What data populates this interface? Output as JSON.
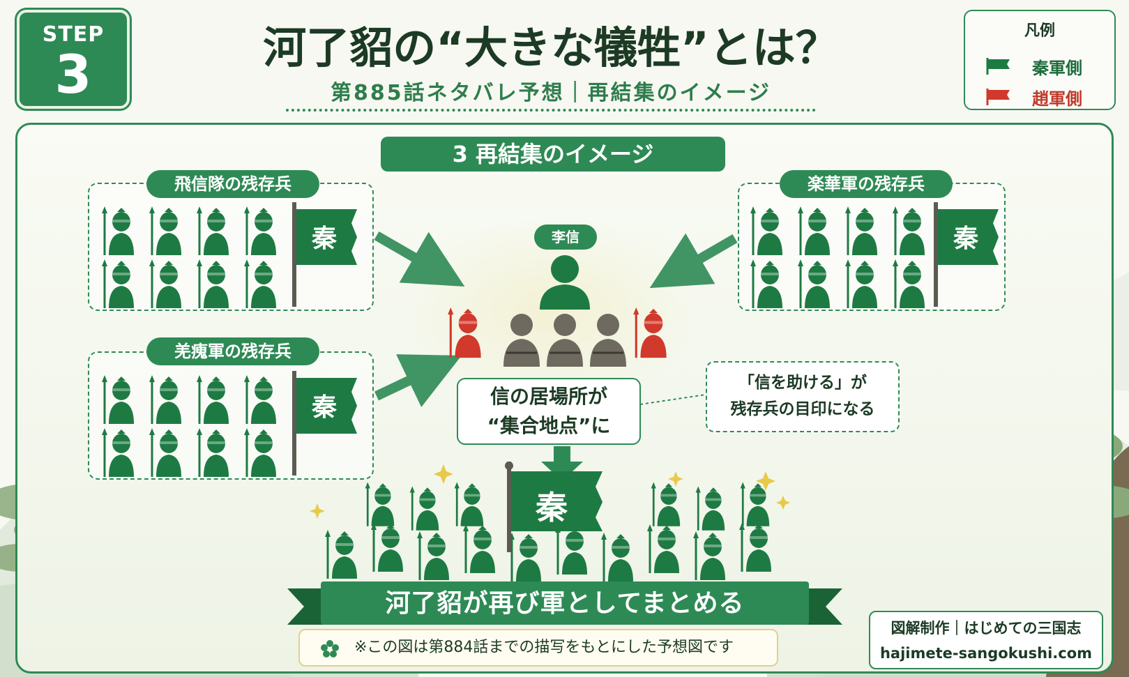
{
  "header": {
    "step_label": "STEP",
    "step_number": "3",
    "title": "河了貂の“大きな犠牲”とは？",
    "subtitle": "第885話ネタバレ予想｜再結集のイメージ"
  },
  "legend": {
    "title": "凡例",
    "items": [
      {
        "label": "秦軍側",
        "color": "#1e7a43"
      },
      {
        "label": "趙軍側",
        "color": "#d0392b"
      }
    ]
  },
  "section_title": "3 再結集のイメージ",
  "groups": {
    "hishin": {
      "label": "飛信隊の残存兵",
      "flag": "秦"
    },
    "gakka": {
      "label": "楽華軍の残存兵",
      "flag": "秦"
    },
    "kyokai": {
      "label": "羌瘣軍の残存兵",
      "flag": "秦"
    }
  },
  "center": {
    "leader_label": "李信",
    "box_line1": "信の居場所が",
    "box_line2": "“集合地点”に"
  },
  "note": {
    "line1": "「信を助ける」が",
    "line2": "残存兵の目印になる"
  },
  "army": {
    "flag": "秦"
  },
  "castle_flag": "秦",
  "ribbon": "河了貂が再び軍としてまとめる",
  "disclaimer": "※この図は第884話までの描写をもとにした予想図です",
  "credit": {
    "line1": "図解制作｜はじめての三国志",
    "line2": "hajimete-sangokushi.com"
  },
  "colors": {
    "qin_green": "#1e7a43",
    "zhao_red": "#d0392b",
    "captive_gray": "#6e6a60",
    "accent": "#2e8a55"
  }
}
